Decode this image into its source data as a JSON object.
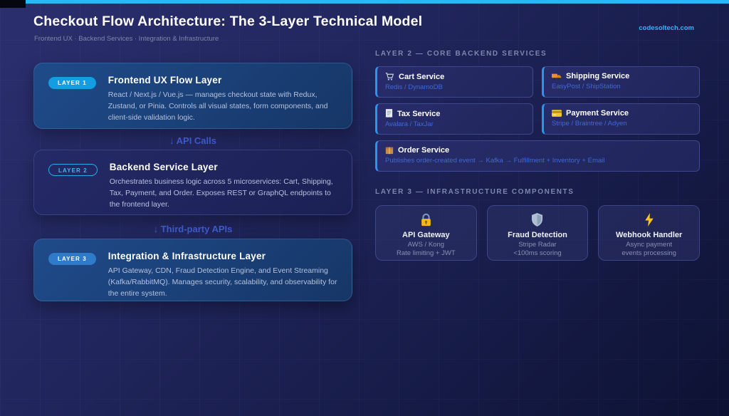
{
  "header": {
    "title": "Checkout Flow Architecture: The 3-Layer Technical Model",
    "subtitle": "Frontend UX · Backend Services · Integration & Infrastructure",
    "website": "codesoltech.com"
  },
  "colors": {
    "topbar_accent": "#27b9f3",
    "background_top": "#2b2f6e",
    "background_bottom": "#0d1233",
    "bright_card": "#1a4077",
    "badge_cyan": "#149ee2",
    "badge_blue": "#2f7bca",
    "service_accent_border": "#2697ef",
    "subtitle_blue": "#3e68d8",
    "website_cyan": "#2fb5f4"
  },
  "left_layers": [
    {
      "badge": "LAYER 1",
      "title": "Frontend UX Flow Layer",
      "description": "React / Next.js / Vue.js — manages checkout state with Redux, Zustand, or Pinia. Controls all visual states, form components, and client-side validation logic."
    },
    {
      "badge": "LAYER 2",
      "title": "Backend Service Layer",
      "description": "Orchestrates business logic across 5 microservices: Cart, Shipping, Tax, Payment, and Order. Exposes REST or GraphQL endpoints to the frontend layer."
    },
    {
      "badge": "LAYER 3",
      "title": "Integration & Infrastructure Layer",
      "description": "API Gateway, CDN, Fraud Detection Engine, and Event Streaming (Kafka/RabbitMQ). Manages security, scalability, and observability for the entire system."
    }
  ],
  "connectors": [
    {
      "label": "↓ API Calls"
    },
    {
      "label": "↓ Third-party APIs"
    }
  ],
  "backend_section": {
    "heading": "LAYER 2 — CORE BACKEND SERVICES",
    "services": [
      {
        "icon": "shopping-cart",
        "title": "Cart Service",
        "subtitle": "Redis / DynamoDB"
      },
      {
        "icon": "delivery-truck",
        "title": "Shipping Service",
        "subtitle": "EasyPost / ShipStation"
      },
      {
        "icon": "receipt",
        "title": "Tax Service",
        "subtitle": "Avalara / TaxJar"
      },
      {
        "icon": "credit-card",
        "title": "Payment Service",
        "subtitle": "Stripe / Braintree / Adyen"
      },
      {
        "icon": "package",
        "title": "Order Service",
        "subtitle": "Publishes order-created event → Kafka → Fulfillment + Inventory + Email"
      }
    ]
  },
  "infrastructure_section": {
    "heading": "LAYER 3 — INFRASTRUCTURE COMPONENTS",
    "components": [
      {
        "icon": "lock-and-key",
        "title": "API Gateway",
        "line1": "AWS / Kong",
        "line2": "Rate limiting + JWT"
      },
      {
        "icon": "shield",
        "title": "Fraud Detection",
        "line1": "Stripe Radar",
        "line2": "<100ms scoring"
      },
      {
        "icon": "lightning-bolt",
        "title": "Webhook Handler",
        "line1": "Async payment",
        "line2": "events processing"
      }
    ]
  }
}
